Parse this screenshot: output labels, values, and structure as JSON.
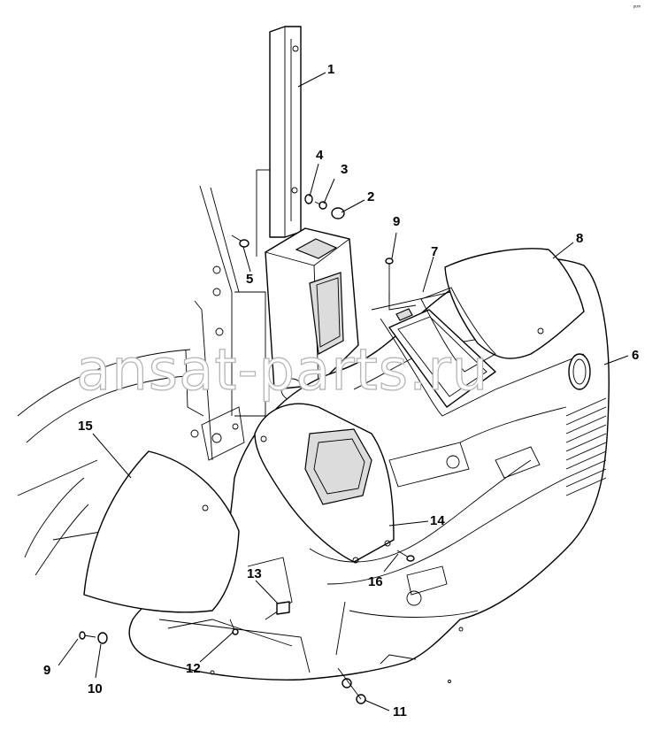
{
  "diagram": {
    "watermark": "ansat-parts.ru",
    "corner_mark": "ᵖᵘᵐ",
    "callouts": [
      {
        "id": "c1",
        "label": "1"
      },
      {
        "id": "c2",
        "label": "2"
      },
      {
        "id": "c3",
        "label": "3"
      },
      {
        "id": "c4",
        "label": "4"
      },
      {
        "id": "c5",
        "label": "5"
      },
      {
        "id": "c6",
        "label": "6"
      },
      {
        "id": "c7",
        "label": "7"
      },
      {
        "id": "c8",
        "label": "8"
      },
      {
        "id": "c9a",
        "label": "9"
      },
      {
        "id": "c9b",
        "label": "9"
      },
      {
        "id": "c10",
        "label": "10"
      },
      {
        "id": "c11",
        "label": "11"
      },
      {
        "id": "c12",
        "label": "12"
      },
      {
        "id": "c13",
        "label": "13"
      },
      {
        "id": "c14",
        "label": "14"
      },
      {
        "id": "c15",
        "label": "15"
      },
      {
        "id": "c16",
        "label": "16"
      }
    ]
  }
}
